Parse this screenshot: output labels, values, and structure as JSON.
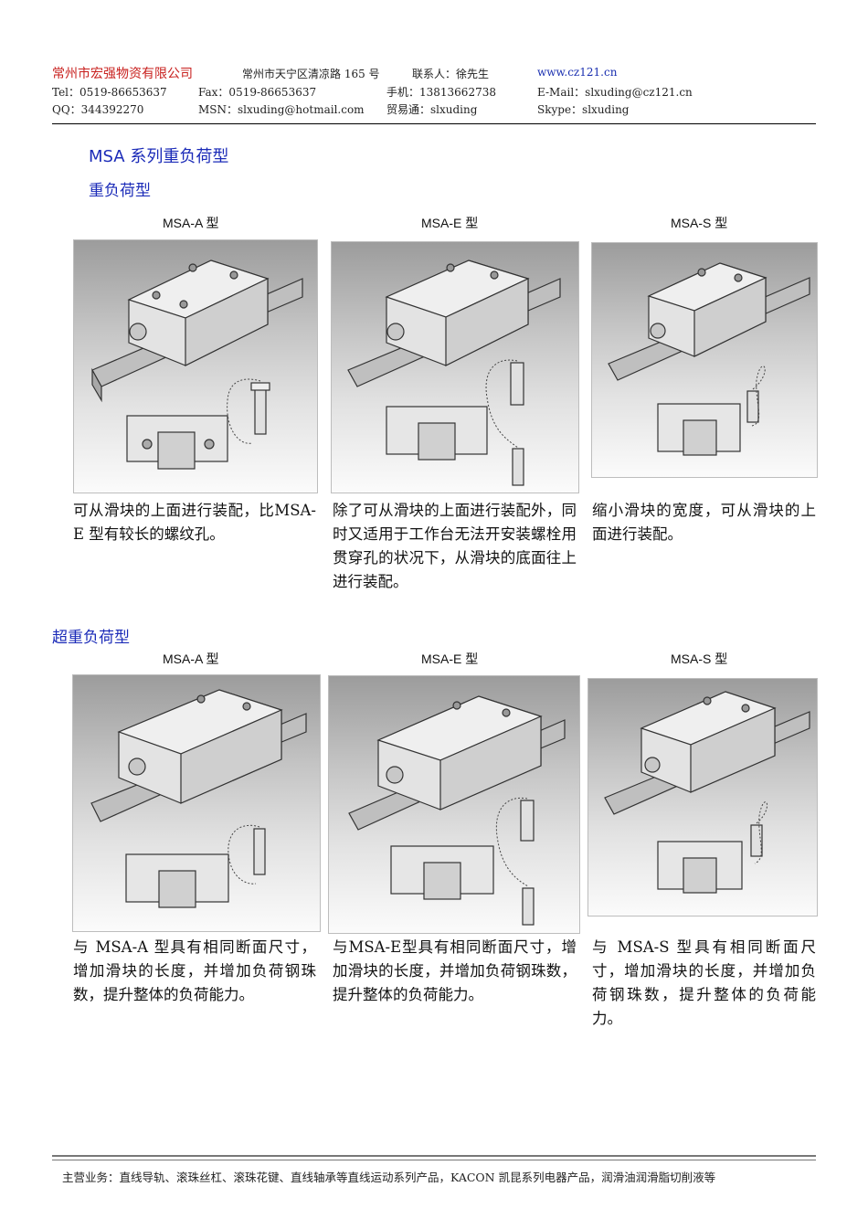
{
  "header": {
    "company": "常州市宏强物资有限公司",
    "address": "常州市天宁区清凉路 165 号",
    "contact": "联系人：徐先生",
    "website": "www.cz121.cn",
    "tel": "Tel：0519-86653637",
    "fax": "Fax：0519-86653637",
    "mobile": "手机：13813662738",
    "email": "E-Mail：slxuding@cz121.cn",
    "qq": "QQ：344392270",
    "msn": "MSN：slxuding@hotmail.com",
    "trade": "贸易通：slxuding",
    "skype": "Skype：slxuding"
  },
  "series_title": "MSA 系列重负荷型",
  "section1": {
    "title": "重负荷型",
    "items": [
      {
        "label": "MSA-A  型",
        "desc": "可从滑块的上面进行装配，比MSA-E 型有较长的螺纹孔。"
      },
      {
        "label": "MSA-E  型",
        "desc": "除了可从滑块的上面进行装配外，同时又适用于工作台无法开安装螺栓用贯穿孔的状况下，从滑块的底面往上进行装配。"
      },
      {
        "label": "MSA-S  型",
        "desc": "缩小滑块的宽度，可从滑块的上面进行装配。"
      }
    ]
  },
  "section2": {
    "title": "超重负荷型",
    "items": [
      {
        "label": "MSA-A  型",
        "desc": "与 MSA-A 型具有相同断面尺寸，增加滑块的长度，并增加负荷钢珠数，提升整体的负荷能力。"
      },
      {
        "label": "MSA-E  型",
        "desc": "与MSA-E型具有相同断面尺寸，增加滑块的长度，并增加负荷钢珠数，提升整体的负荷能力。"
      },
      {
        "label": "MSA-S  型",
        "desc": "与 MSA-S 型具有相同断面尺寸，增加滑块的长度，并增加负荷钢珠数，提升整体的负荷能力。"
      }
    ]
  },
  "footer": "主营业务：直线导轨、滚珠丝杠、滚珠花键、直线轴承等直线运动系列产品，KACON 凯昆系列电器产品，润滑油润滑脂切削液等"
}
